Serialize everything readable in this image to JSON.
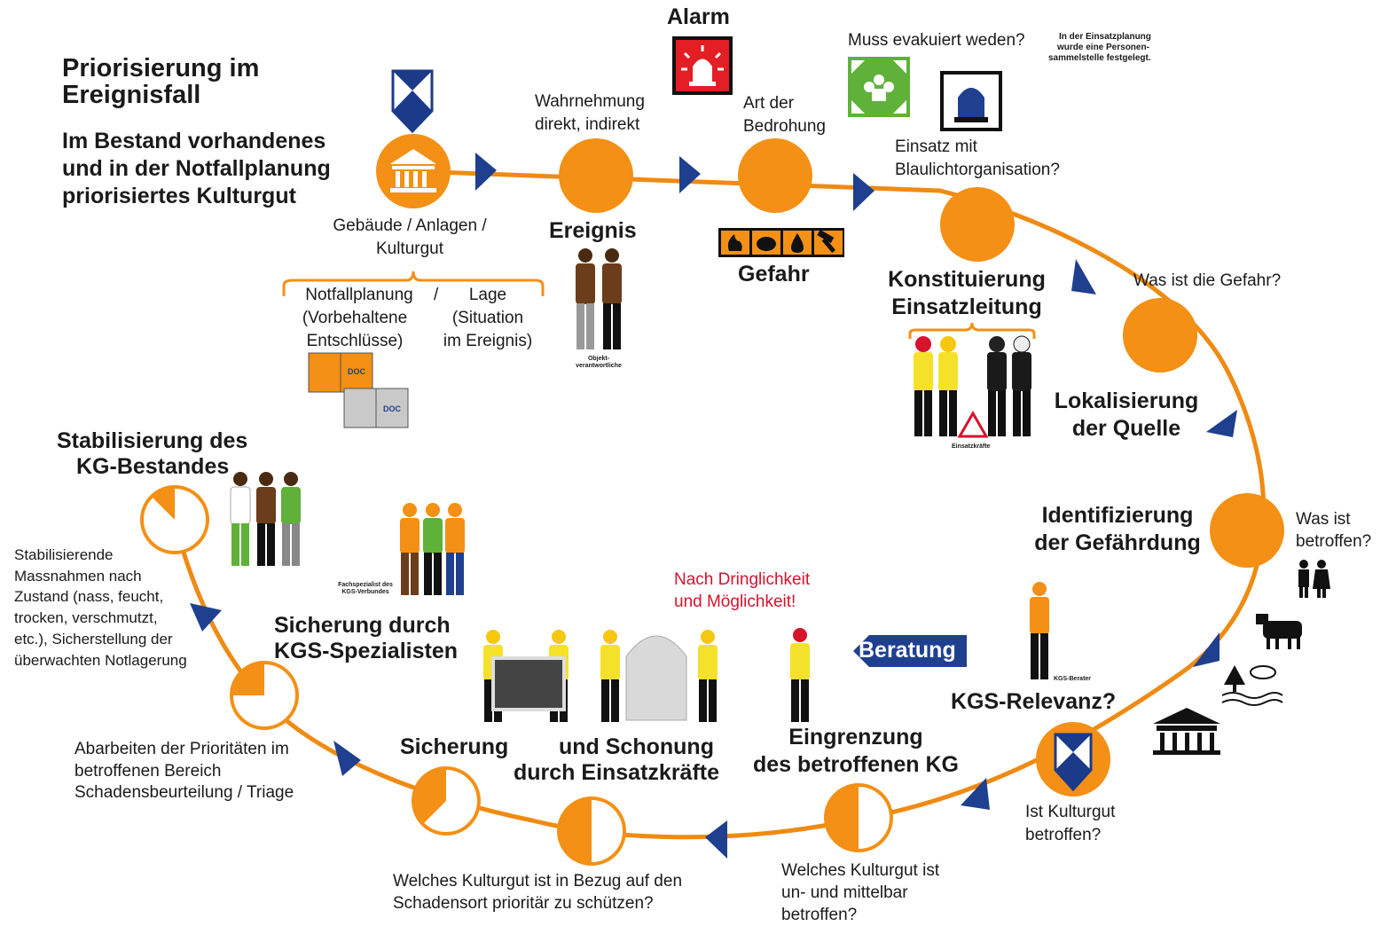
{
  "colors": {
    "accent": "#f39015",
    "flow": "#ef8a12",
    "arrow": "#1f3f8f",
    "alarm": "#e31e24",
    "evac": "#5fb13a",
    "alert_text": "#d7122d"
  },
  "title": {
    "line1": "Priorisierung im",
    "line2": "Ereignisfall"
  },
  "intro": {
    "line1": "Im Bestand vorhandenes",
    "line2": "und in der Notfallplanung",
    "line3": "priorisiertes Kulturgut"
  },
  "building": {
    "line1": "Gebäude / Anlagen /",
    "line2": "Kulturgut"
  },
  "planning": {
    "notfall1": "Notfallplanung",
    "slash": "/",
    "notfall2": "(Vorbehaltene",
    "notfall3": "Entschlüsse)",
    "lage1": "Lage",
    "lage2": "(Situation",
    "lage3": "im Ereignis)",
    "doc": "DOC"
  },
  "perception": {
    "line1": "Wahrnehmung",
    "line2": "direkt, indirekt"
  },
  "event": {
    "label": "Ereignis",
    "persons_line1": "Objekt-",
    "persons_line2": "verantwortliche"
  },
  "alarm": {
    "label": "Alarm"
  },
  "threat": {
    "line1": "Art der",
    "line2": "Bedrohung"
  },
  "danger": {
    "label": "Gefahr",
    "icons": [
      "fire-icon",
      "vessel-icon",
      "drop-icon",
      "hammer-icon"
    ]
  },
  "evac": {
    "question": "Muss evakuiert weden?",
    "note1": "In der Einsatzplanung",
    "note2": "wurde eine Personen-",
    "note3": "sammelstelle festgelegt."
  },
  "bluelight": {
    "line1": "Einsatz mit",
    "line2": "Blaulichtorganisation?"
  },
  "command": {
    "line1": "Konstituierung",
    "line2": "Einsatzleitung",
    "caption": "Einsatzkräfte"
  },
  "gefahr_q": "Was ist die Gefahr?",
  "source": {
    "line1": "Lokalisierung",
    "line2": "der Quelle"
  },
  "hazard_id": {
    "line1": "Identifizierung",
    "line2": "der Gefährdung"
  },
  "affected_q": {
    "line1": "Was ist",
    "line2": "betroffen?"
  },
  "advisor": {
    "caption": "KGS-Berater"
  },
  "relevance": {
    "label": "KGS-Relevanz?"
  },
  "kg_q": {
    "line1": "Ist Kulturgut",
    "line2": "betroffen?"
  },
  "urgency": {
    "line1": "Nach Dringlichkeit",
    "line2": "und Möglichkeit!"
  },
  "advice": {
    "label": "Beratung"
  },
  "containment": {
    "line1": "Eingrenzung",
    "line2": "des betroffenen KG"
  },
  "which_kg": {
    "line1": "Welches Kulturgut ist",
    "line2": "un- und mittelbar",
    "line3": "betroffen?"
  },
  "protect": {
    "label1": "Sicherung",
    "label2": "und Schonung",
    "label3": "durch Einsatzkräfte"
  },
  "priority_q": {
    "line1": "Welches Kulturgut ist in Bezug auf den",
    "line2": "Schadensort prioritär zu schützen?"
  },
  "triage": {
    "line1": "Abarbeiten der Prioritäten im",
    "line2": "betroffenen Bereich",
    "line3": "Schadensbeurteilung / Triage"
  },
  "specialists": {
    "line1": "Sicherung durch",
    "line2": "KGS-Spezialisten",
    "caption1": "Fachspezialist des",
    "caption2": "KGS-Verbundes"
  },
  "stabilize_measures": {
    "line1": "Stabilisierende",
    "line2": "Massnahmen nach",
    "line3": "Zustand (nass, feucht,",
    "line4": "trocken, verschmutzt,",
    "line5": "etc.), Sicherstellung der",
    "line6": "überwachten Notlagerung"
  },
  "stabilize": {
    "line1": "Stabilisierung des",
    "line2": "KG-Bestandes"
  },
  "progress_circles": [
    {
      "name": "stage-containment",
      "fraction": 0.5
    },
    {
      "name": "stage-protection",
      "fraction": 0.5
    },
    {
      "name": "stage-securing",
      "fraction": 0.375
    },
    {
      "name": "stage-triage",
      "fraction": 0.25
    },
    {
      "name": "stage-stabilization",
      "fraction": 0.125
    }
  ]
}
